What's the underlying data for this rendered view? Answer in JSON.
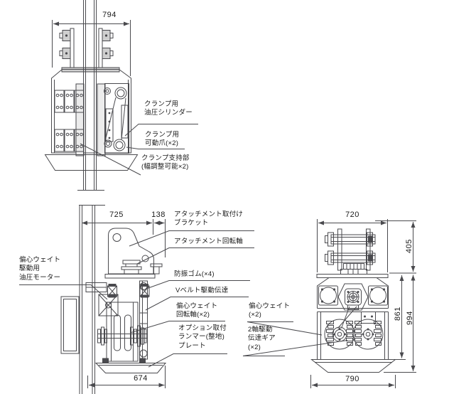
{
  "palette": {
    "line_color": "#4a4a4e",
    "text_color": "#1a1a1a",
    "pad_fill": "#cfcfcf",
    "background": "#ffffff"
  },
  "views": {
    "clamp": {
      "dim_width": "794",
      "labels": {
        "hydraulic_cylinder": "クランプ用\n油圧シリンダー",
        "movable_claw": "クランプ用\n可動爪(×2)",
        "support": "クランプ支持部\n(幅調整可能×2)"
      }
    },
    "side": {
      "dim_width_total": "725",
      "dim_width_offset": "138",
      "dim_base_width": "674",
      "labels": {
        "hydraulic_motor": "偏心ウェイト\n駆動用\n油圧モーター",
        "mount_bracket": "アタッチメント取付け\nブラケット",
        "rotation_shaft": "アタッチメント回転軸",
        "vibration_rubber": "防振ゴム(×4)",
        "v_belt": "Vベルト駆動伝達",
        "weight_shaft": "偏心ウェイト\n回転軸(×2)",
        "rammer_plate": "オプション取付\nランマー(整地)\nプレート"
      }
    },
    "front": {
      "dim_width_top": "720",
      "dim_height_upper": "405",
      "dim_height_body": "861",
      "dim_height_total": "994",
      "dim_base_width": "790",
      "labels": {
        "eccentric_weight": "偏心ウェイト\n(×2)",
        "gear": "2軸駆動\n伝達ギア\n(×2)"
      }
    }
  }
}
